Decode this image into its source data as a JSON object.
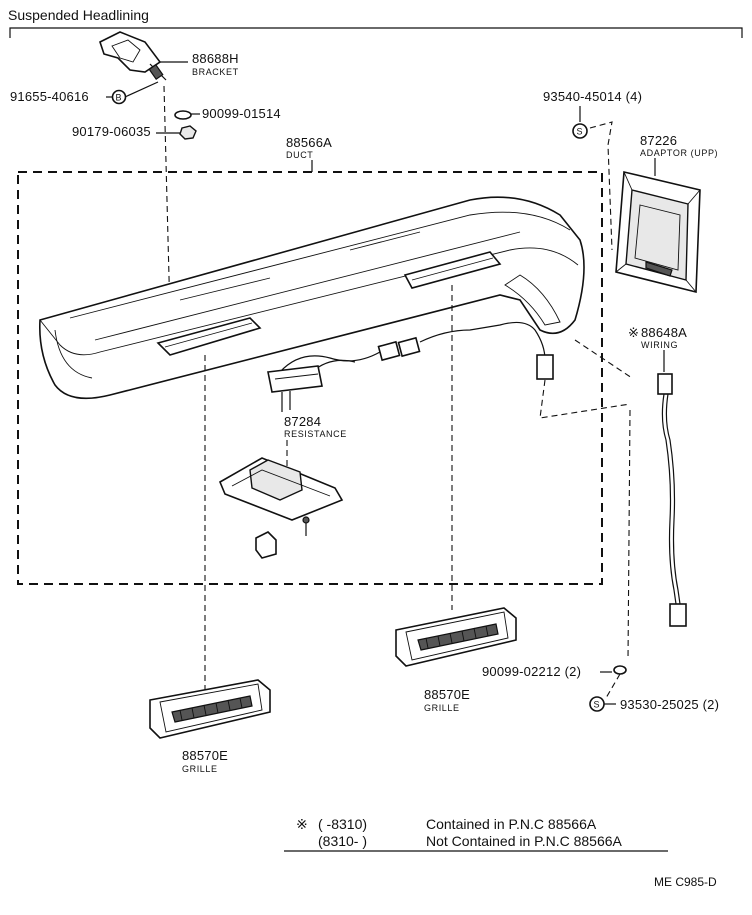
{
  "title": "Suspended Headlining",
  "parts": {
    "bracket": {
      "number": "88688H",
      "name": "BRACKET"
    },
    "duct": {
      "number": "88566A",
      "name": "DUCT"
    },
    "adaptor": {
      "number": "87226",
      "name": "ADAPTOR (UPP)"
    },
    "wiring": {
      "number": "88648A",
      "name": "WIRING",
      "mark": "※"
    },
    "resistance": {
      "number": "87284",
      "name": "RESISTANCE"
    },
    "grille_left": {
      "number": "88570E",
      "name": "GRILLE"
    },
    "grille_right": {
      "number": "88570E",
      "name": "GRILLE"
    }
  },
  "fasteners": {
    "bolt": "91655-40616",
    "bolt_symbol": "B",
    "washer": "90099-01514",
    "nut": "90179-06035",
    "screw_upper": "93540-45014 (4)",
    "screw_upper_symbol": "S",
    "clip_lower": "90099-02212 (2)",
    "screw_lower": "93530-25025 (2)",
    "screw_lower_symbol": "S"
  },
  "notes": {
    "symbol": "※",
    "row1_range": "(       -8310)",
    "row1_text": "Contained in P.N.C  88566A",
    "row2_range": "(8310-        )",
    "row2_text": "Not Contained in P.N.C  88566A"
  },
  "diagram_code": "ME C985-D"
}
